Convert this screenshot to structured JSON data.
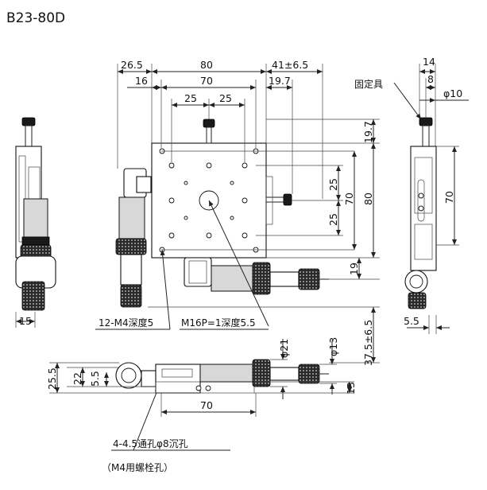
{
  "title": "B23-80D",
  "dims": {
    "top_26_5": "26.5",
    "top_80": "80",
    "top_41": "41±6.5",
    "top_16": "16",
    "top_70": "70",
    "top_19_7": "19.7",
    "top_25a": "25",
    "top_25b": "25",
    "right_19_7": "19.7",
    "right_25a": "25",
    "right_70": "70",
    "right_80": "80",
    "right_25b": "25",
    "right_19": "19",
    "right_37_5": "37.5±6.5",
    "side_14": "14",
    "side_8": "8",
    "side_phi10": "φ10",
    "side_70": "70",
    "side_5_5": "5.5",
    "left_15": "15",
    "bottom_25_5": "25.5",
    "bottom_22": "22",
    "bottom_5_5": "5.5",
    "bottom_70": "70",
    "bottom_phi21": "φ21",
    "bottom_phi13": "φ13",
    "bottom_13": "13"
  },
  "labels": {
    "fixture": "固定具",
    "holes_m4": "12-M4深度5",
    "hole_m16": "M16P=1深度5.5",
    "through_holes": "4-4.5通孔φ8沉孔",
    "bolt_holes": "（M4用螺栓孔）"
  }
}
